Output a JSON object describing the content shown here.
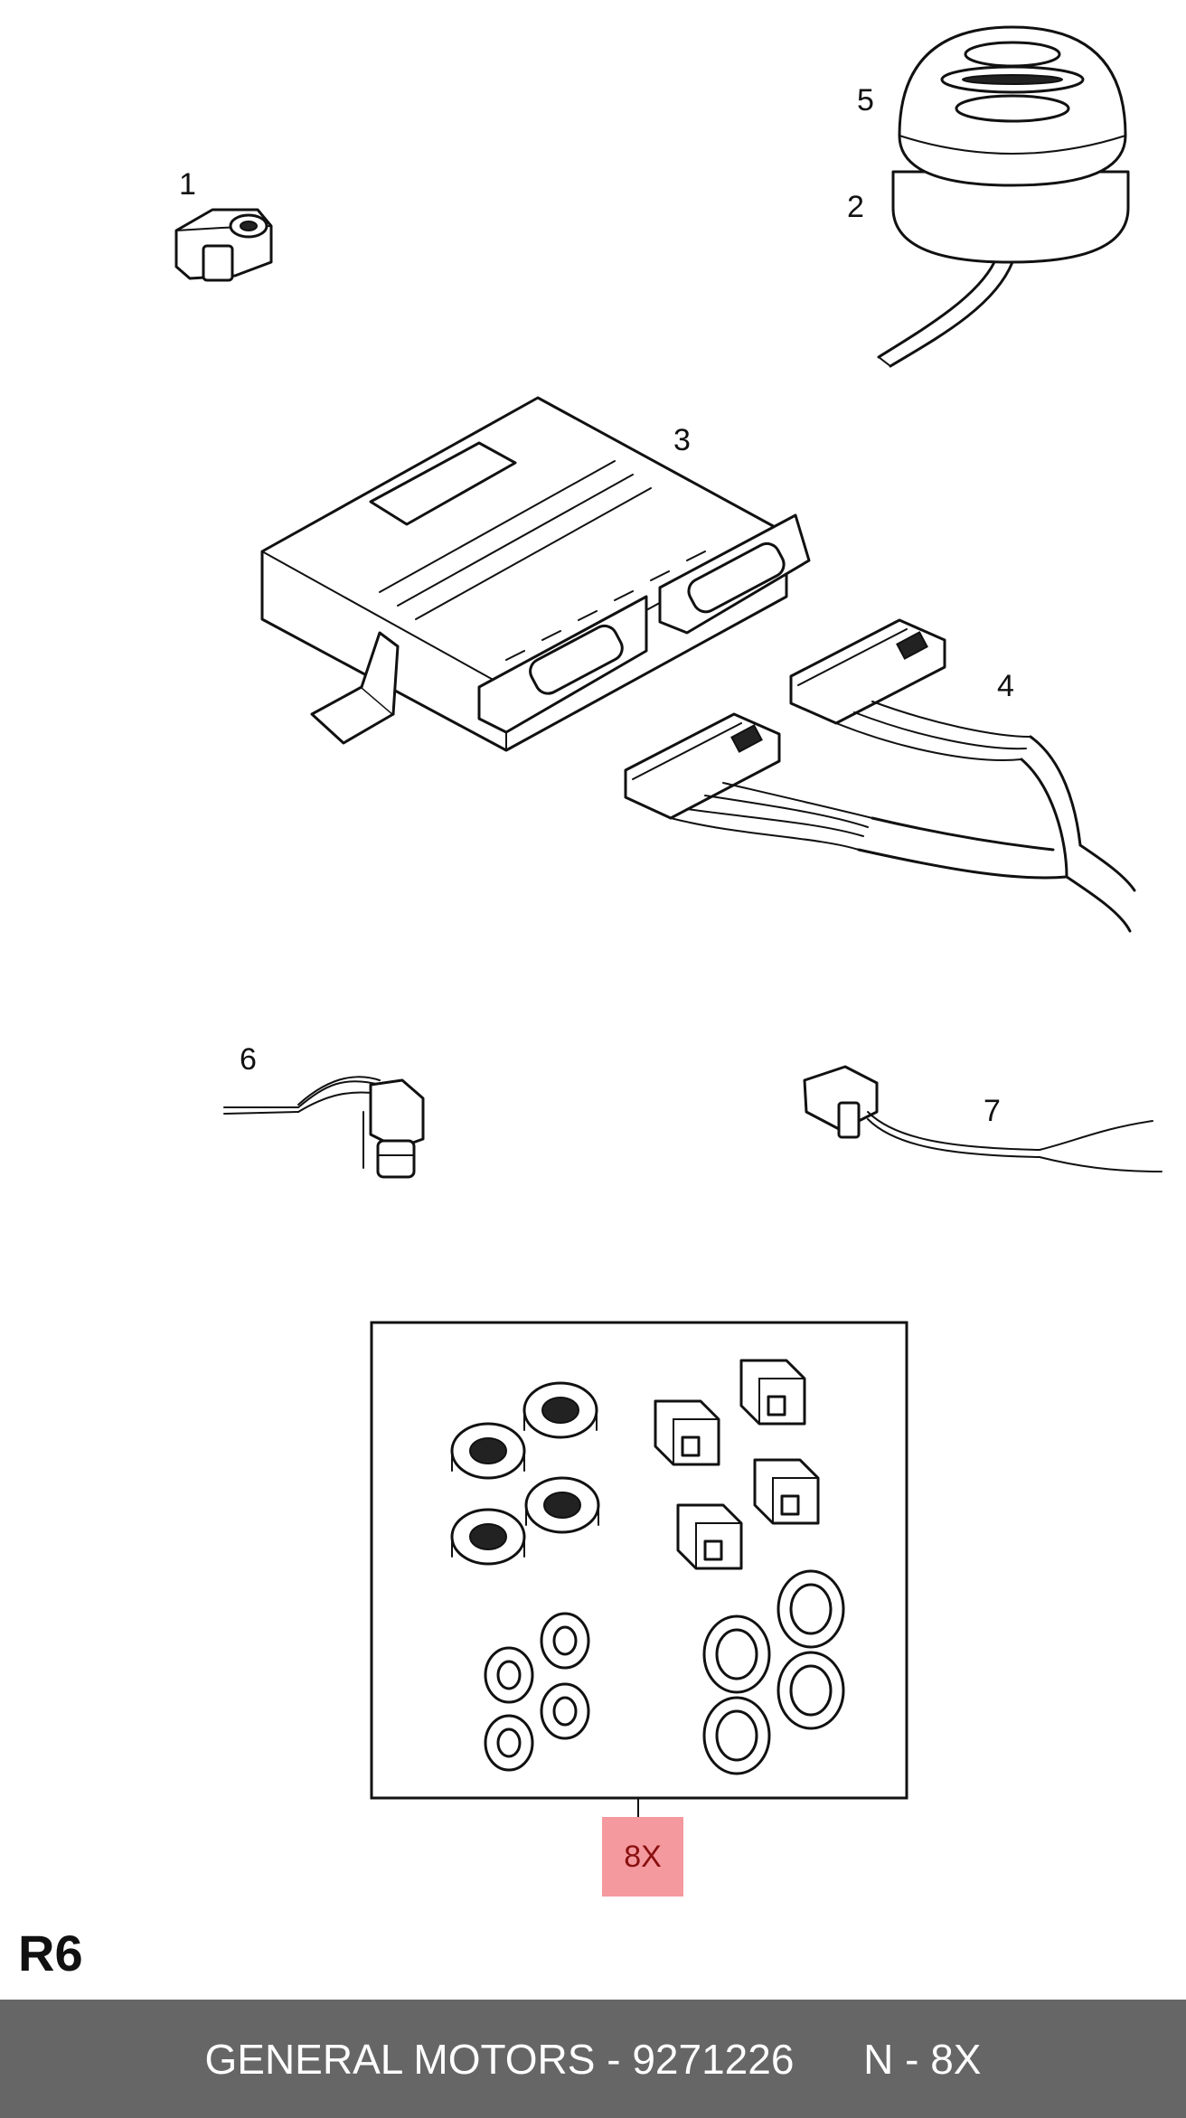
{
  "callouts": {
    "c1": "1",
    "c2": "2",
    "c3": "3",
    "c4": "4",
    "c5": "5",
    "c6": "6",
    "c7": "7"
  },
  "kit_badge": "8X",
  "section_label": "R6",
  "footer": {
    "brand": "GENERAL MOTORS",
    "separator": " - ",
    "part_number": "9271226",
    "gap": "      ",
    "note": "N - 8X"
  },
  "colors": {
    "badge_fill": "#f4999e",
    "footer_bg": "#666666",
    "line": "#111111"
  }
}
